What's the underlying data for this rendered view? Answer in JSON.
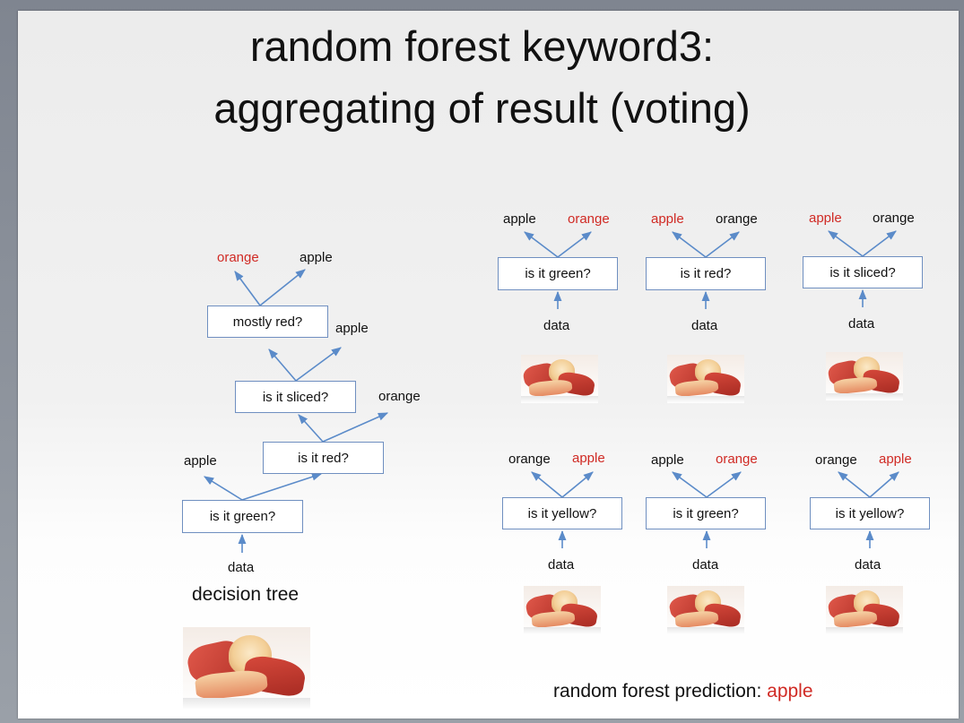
{
  "title": {
    "line1": "random forest keyword3:",
    "line2": "aggregating of result (voting)"
  },
  "decision_tree": {
    "caption": "decision tree",
    "input": "data",
    "nodes": {
      "green": "is it green?",
      "red": "is it red?",
      "sliced": "is it sliced?",
      "mostly_red": "mostly red?"
    },
    "leaves": {
      "green_left": "apple",
      "red_right": "orange",
      "sliced_right": "apple",
      "mostly_red_left": "orange",
      "mostly_red_right": "apple"
    }
  },
  "forest": [
    {
      "question": "is it green?",
      "left": "apple",
      "right": "orange",
      "input": "data",
      "vote": "orange"
    },
    {
      "question": "is it red?",
      "left": "apple",
      "right": "orange",
      "input": "data",
      "vote": "apple"
    },
    {
      "question": "is it sliced?",
      "left": "apple",
      "right": "orange",
      "input": "data",
      "vote": "apple"
    },
    {
      "question": "is it yellow?",
      "left": "orange",
      "right": "apple",
      "input": "data",
      "vote": "apple"
    },
    {
      "question": "is it green?",
      "left": "apple",
      "right": "orange",
      "input": "data",
      "vote": "orange"
    },
    {
      "question": "is it yellow?",
      "left": "orange",
      "right": "apple",
      "input": "data",
      "vote": "apple"
    }
  ],
  "prediction": {
    "label": "random forest prediction:",
    "value": "apple"
  },
  "colors": {
    "highlight": "#d02a24",
    "box_border": "#6f8fc0",
    "arrow": "#5b8bc9"
  }
}
